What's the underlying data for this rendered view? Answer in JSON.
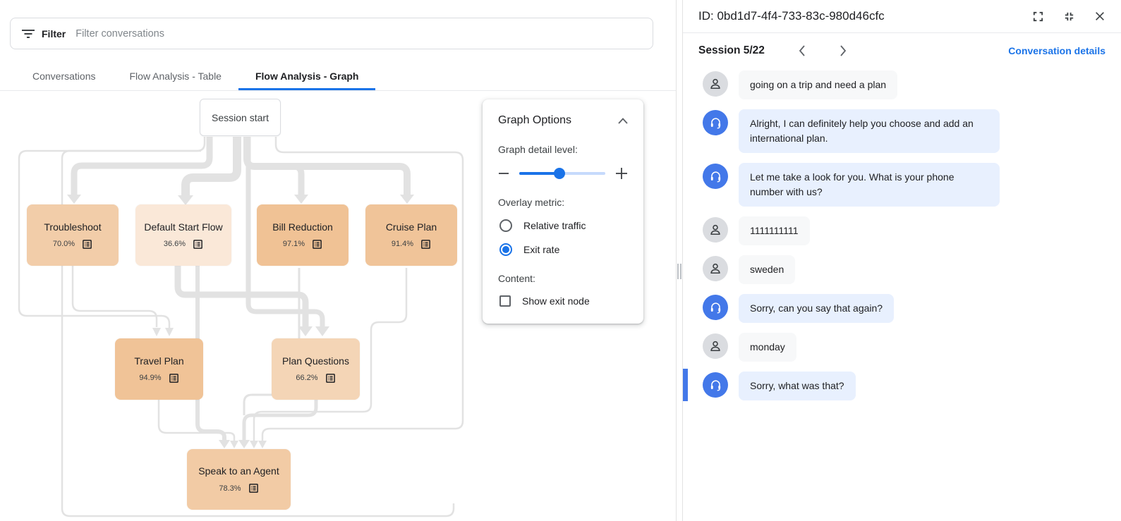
{
  "filter_bar": {
    "label": "Filter",
    "placeholder": "Filter conversations"
  },
  "tabs": [
    {
      "label": "Conversations",
      "active": false
    },
    {
      "label": "Flow Analysis - Table",
      "active": false
    },
    {
      "label": "Flow Analysis - Graph",
      "active": true
    }
  ],
  "graph": {
    "start_node": {
      "label": "Session start"
    },
    "edge_color": "#e2e2e2",
    "nodes": [
      {
        "label": "Troubleshoot",
        "exit_rate": "70.0%",
        "fill": "#f2cda9"
      },
      {
        "label": "Default Start Flow",
        "exit_rate": "36.6%",
        "fill": "#fae8d8"
      },
      {
        "label": "Bill Reduction",
        "exit_rate": "97.1%",
        "fill": "#f0c295"
      },
      {
        "label": "Cruise Plan",
        "exit_rate": "91.4%",
        "fill": "#f0c499"
      },
      {
        "label": "Travel Plan",
        "exit_rate": "94.9%",
        "fill": "#f0c397"
      },
      {
        "label": "Plan Questions",
        "exit_rate": "66.2%",
        "fill": "#f4d5b6"
      },
      {
        "label": "Speak to an Agent",
        "exit_rate": "78.3%",
        "fill": "#f2cba5"
      }
    ]
  },
  "graph_options": {
    "title": "Graph Options",
    "detail_label": "Graph detail level:",
    "overlay_label": "Overlay metric:",
    "radios": [
      {
        "label": "Relative traffic",
        "selected": false
      },
      {
        "label": "Exit rate",
        "selected": true
      }
    ],
    "content_label": "Content:",
    "checkbox_label": "Show exit node",
    "slider_value_pct": 47,
    "accent_color": "#1a73e8"
  },
  "detail_panel": {
    "id_title": "ID: 0bd1d7-4f4-733-83c-980d46cfc",
    "session_label": "Session 5/22",
    "details_link": "Conversation details",
    "agent_color": "#4378e9",
    "messages": [
      {
        "role": "user",
        "text": "going on a trip and need a plan",
        "highlighted": false
      },
      {
        "role": "agent",
        "text": "Alright, I can definitely help you choose and add an international plan.",
        "highlighted": false
      },
      {
        "role": "agent",
        "text": "Let me take a look for you. What is your phone number with us?",
        "highlighted": false
      },
      {
        "role": "user",
        "text": "1111111111",
        "highlighted": false
      },
      {
        "role": "user",
        "text": "sweden",
        "highlighted": false
      },
      {
        "role": "agent",
        "text": "Sorry, can you say that again?",
        "highlighted": false
      },
      {
        "role": "user",
        "text": "monday",
        "highlighted": false
      },
      {
        "role": "agent",
        "text": "Sorry, what was that?",
        "highlighted": true
      }
    ]
  }
}
